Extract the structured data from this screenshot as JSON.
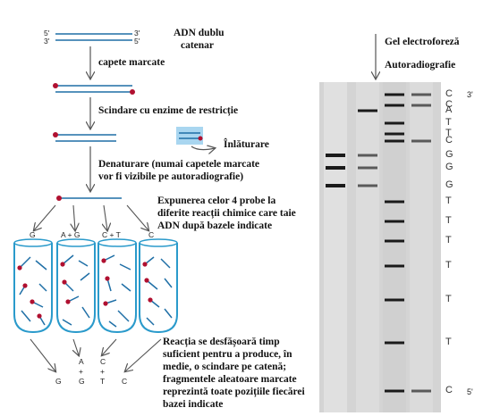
{
  "steps": {
    "duplex_title_line1": "ADN dublu",
    "duplex_title_line2": "catenar",
    "label_step1": "capete marcate",
    "label_step2": "Scindare cu enzime de restricție",
    "label_removed": "Înlăturare",
    "label_step3_line1": "Denaturare (numai capetele marcate",
    "label_step3_line2": "vor fi vizibile pe autoradiografie)",
    "label_step4_line1": "Expunerea celor 4 probe la",
    "label_step4_line2": "diferite reacții chimice care taie",
    "label_step4_line3": "ADN după bazele indicate",
    "label_step5_line1": "Reacția se desfășoară timp",
    "label_step5_line2": "suficient pentru a produce, în",
    "label_step5_line3": "medie, o scindare pe catenă;",
    "label_step5_line4": "fragmentele aleatoare marcate",
    "label_step5_line5": "reprezintă toate pozițiile fiecărei",
    "label_step5_line6": "bazei indicate"
  },
  "strand_ends": {
    "top_left": "5'",
    "top_right": "3'",
    "bottom_left": "3'",
    "bottom_right": "5'"
  },
  "tubes": {
    "labels": [
      "G",
      "A + G",
      "C + T",
      "C"
    ],
    "bottom_labels": [
      "G",
      "A",
      "G",
      "C",
      "T",
      "C"
    ],
    "bottom_plus": [
      "+",
      "+"
    ]
  },
  "gel": {
    "title_line1": "Gel electroforeză",
    "title_line2": "Autoradiografie",
    "end_top": "3'",
    "end_bottom": "5'",
    "sequence": [
      "C",
      "C",
      "A",
      "T",
      "T",
      "C",
      "G",
      "G",
      "G",
      "T",
      "T",
      "T",
      "T",
      "T",
      "T",
      "C"
    ]
  },
  "colors": {
    "strand": "#1f6fa6",
    "label_dot": "#b01030",
    "removed_box": "#a9d6f0",
    "gel_bg": "#d4d4d4"
  }
}
